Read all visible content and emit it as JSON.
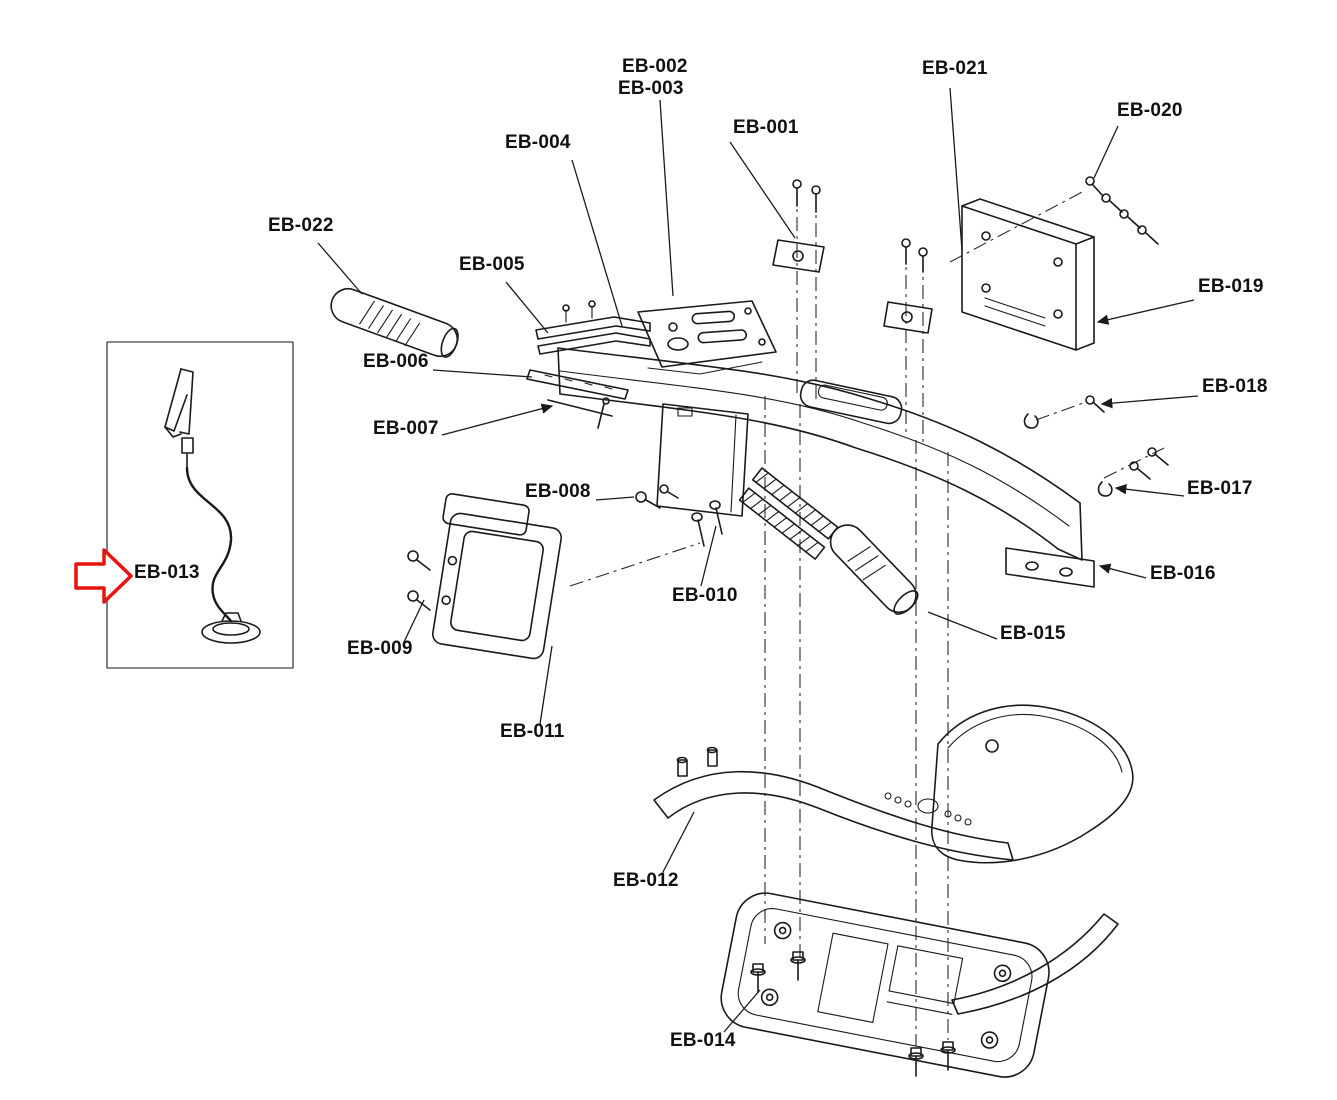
{
  "diagram": {
    "type": "exploded-parts-diagram",
    "highlighted_part": "EB-013",
    "highlight_color": "#e8120e",
    "line_color": "#1a1a1a"
  },
  "labels": {
    "eb001": "EB-001",
    "eb002": "EB-002",
    "eb003": "EB-003",
    "eb004": "EB-004",
    "eb005": "EB-005",
    "eb006": "EB-006",
    "eb007": "EB-007",
    "eb008": "EB-008",
    "eb009": "EB-009",
    "eb010": "EB-010",
    "eb011": "EB-011",
    "eb012": "EB-012",
    "eb013": "EB-013",
    "eb014": "EB-014",
    "eb015": "EB-015",
    "eb016": "EB-016",
    "eb017": "EB-017",
    "eb018": "EB-018",
    "eb019": "EB-019",
    "eb020": "EB-020",
    "eb021": "EB-021",
    "eb022": "EB-022"
  }
}
